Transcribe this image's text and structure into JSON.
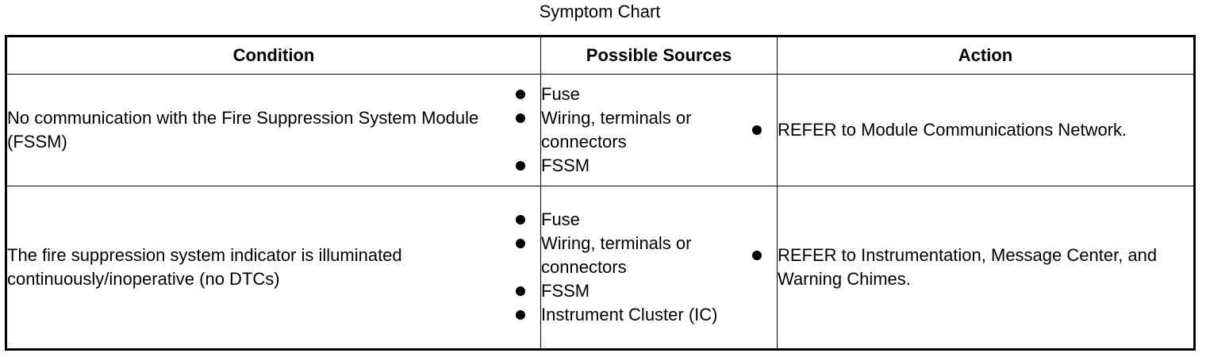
{
  "title": "Symptom Chart",
  "headers": {
    "condition": "Condition",
    "sources": "Possible Sources",
    "action": "Action"
  },
  "rows": [
    {
      "condition": "No communication with the Fire Suppression System Module (FSSM)",
      "sources": [
        "Fuse",
        "Wiring, terminals or connectors",
        "FSSM"
      ],
      "action": "REFER to Module Communications Network."
    },
    {
      "condition": "The fire suppression system indicator is illuminated continuously/inoperative (no DTCs)",
      "sources": [
        "Fuse",
        "Wiring, terminals or connectors",
        "FSSM",
        "Instrument Cluster (IC)"
      ],
      "action": "REFER to Instrumentation, Message Center, and Warning Chimes."
    }
  ]
}
